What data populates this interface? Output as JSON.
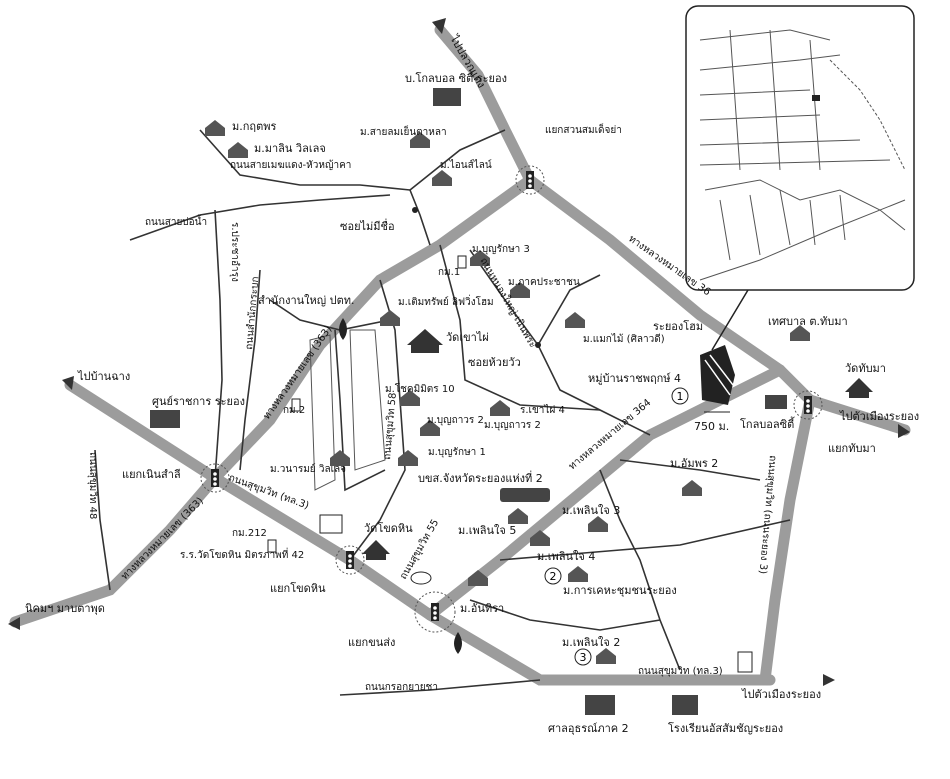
{
  "colors": {
    "major_road": "#9a9a9a",
    "minor_road": "#333333",
    "background": "#ffffff",
    "building": "#444444"
  },
  "labels": {
    "to_pluak_daeng": "ไปปลวกแดง",
    "to_ban_chang": "ไปบ้านฉาง",
    "to_mueang_rayong_east": "ไปตัวเมืองระยอง",
    "to_mueang_rayong_south": "ไปตัวเมืองระยอง",
    "industrial_estate": "นิคมฯ มาบตาพุด",
    "golden_city": "บ.โกลบอล ซิตี้ ระยอง",
    "m_kritporn": "ม.กฤตพร",
    "m_malin": "ม.มาลิน วิลเลจ",
    "road_saimet": "ถนนสายเมฆแดง-หัวหญ้าคา",
    "m_sailom": "ม.สายลมเย็นตาหลา",
    "m_ionline": "ม.ไอนส์ไลน์",
    "yaek_suanson": "แยกสวนสมเด็จย่า",
    "road_bo_nam": "ถนนสายบ่อน้ำ",
    "soi_mai_mi_chue": "ซอยไม่มีชื่อ",
    "road_prachaumrung": "ร.ประชาอำรุง",
    "m_bunraksa3": "ม.บุญรักษา 3",
    "km1": "กม.1",
    "road_noen_phra": "ถนนหนองใหญ่-เนินพระ",
    "m_pakprachachon": "ม.ภาคประชาชน",
    "m_maekmai": "ม.แมกไม้ (ศิลาวดี)",
    "highway_36": "ทางหลวงหมายเลข 36",
    "ptt_hq": "สำนักงานใหญ่ ปตท.",
    "m_tonsap": "ม.เติมทรัพย์ ลิฟวิ่งโฮม",
    "wat_khao_mai": "วัดเขาไผ่",
    "soi_huai_wa": "ซอยห้วยวัว",
    "rayong_home": "ระยองโฮม",
    "thesaban_tapma": "เทศบาล ต.ทับมา",
    "wat_tapma": "วัดทับมา",
    "village_ratchaphruek": "หมู่บ้านราชพฤกษ์ 4",
    "highway_363_upper": "ทางหลวงหมายเลข (363)",
    "road_sammakorn": "ถนนสำนักกระบก",
    "m_chokmongkol": "ม.โชคมิมิตร 10",
    "km2": "กม.2",
    "ror_khao_mai4": "ร.เขาไผ่ 4",
    "m_bunthawan": "ม.บุญถาวร 2",
    "m_bunthawan2": "ม.บุญถาวร 2",
    "m_bunraksa1": "ม.บุญรักษา 1",
    "golden_city_small": "โกลบอลซิตี้",
    "distance_750": "750 ม.",
    "yaek_tapma": "แยกทับมา",
    "sun_ratchakan": "ศูนย์ราชการ ระยอง",
    "m_wanarom": "ม.วนารมย์ วิลเลจ",
    "soi_sukhumvit58": "ถนนสุขุมวิท 58",
    "highway_364": "ทางหลวงหมายเลข 364",
    "m_ampon2": "ม.อัมพร 2",
    "yaek_noen_samli": "แยกเนินสำลี",
    "road_sukhumvit3": "ถนนสุขุมวิท (ทล.3)",
    "bus_terminal": "บขส.จังหวัดระยองแห่งที่ 2",
    "road_sukhumvit48": "ถนนสุขุมวิท 48",
    "highway_363_lower": "ทางหลวงหมายเลข (363)",
    "km212": "กม.212",
    "wat_chok_hin": "วัดโขดหิน",
    "school_chokhin": "ร.ร.วัดโขดหิน มิตรภาพที่ 42",
    "sukhumvit55": "ถนนสุขุมวิท 55",
    "m_phoenjai3": "ม.เพลินใจ 3",
    "m_phoenjai5": "ม.เพลินใจ 5",
    "m_phoenjai4": "ม.เพลินใจ 4",
    "m_karkeha": "ม.การเคหะชุมชนระยอง",
    "road_sukhumvit_vert": "ถนนสุขุมวิท (ถนนระยอง 3)",
    "yaek_chok_hin": "แยกโขดหิน",
    "m_anthira": "ม.อันทิรา",
    "yaek_nonglong": "แยกขนส่ง",
    "m_phoenjai2": "ม.เพลินใจ 2",
    "road_sukhumvit_bottom": "ถนนสุขุมวิท (ทล.3)",
    "road_krok_yai_cha": "ถนนกรอกยายชา",
    "court": "ศาลอุธรณ์ภาค 2",
    "school_assumption": "โรงเรียนอัสสัมชัญระยอง",
    "marker1": "1",
    "marker2": "2",
    "marker3": "3"
  }
}
